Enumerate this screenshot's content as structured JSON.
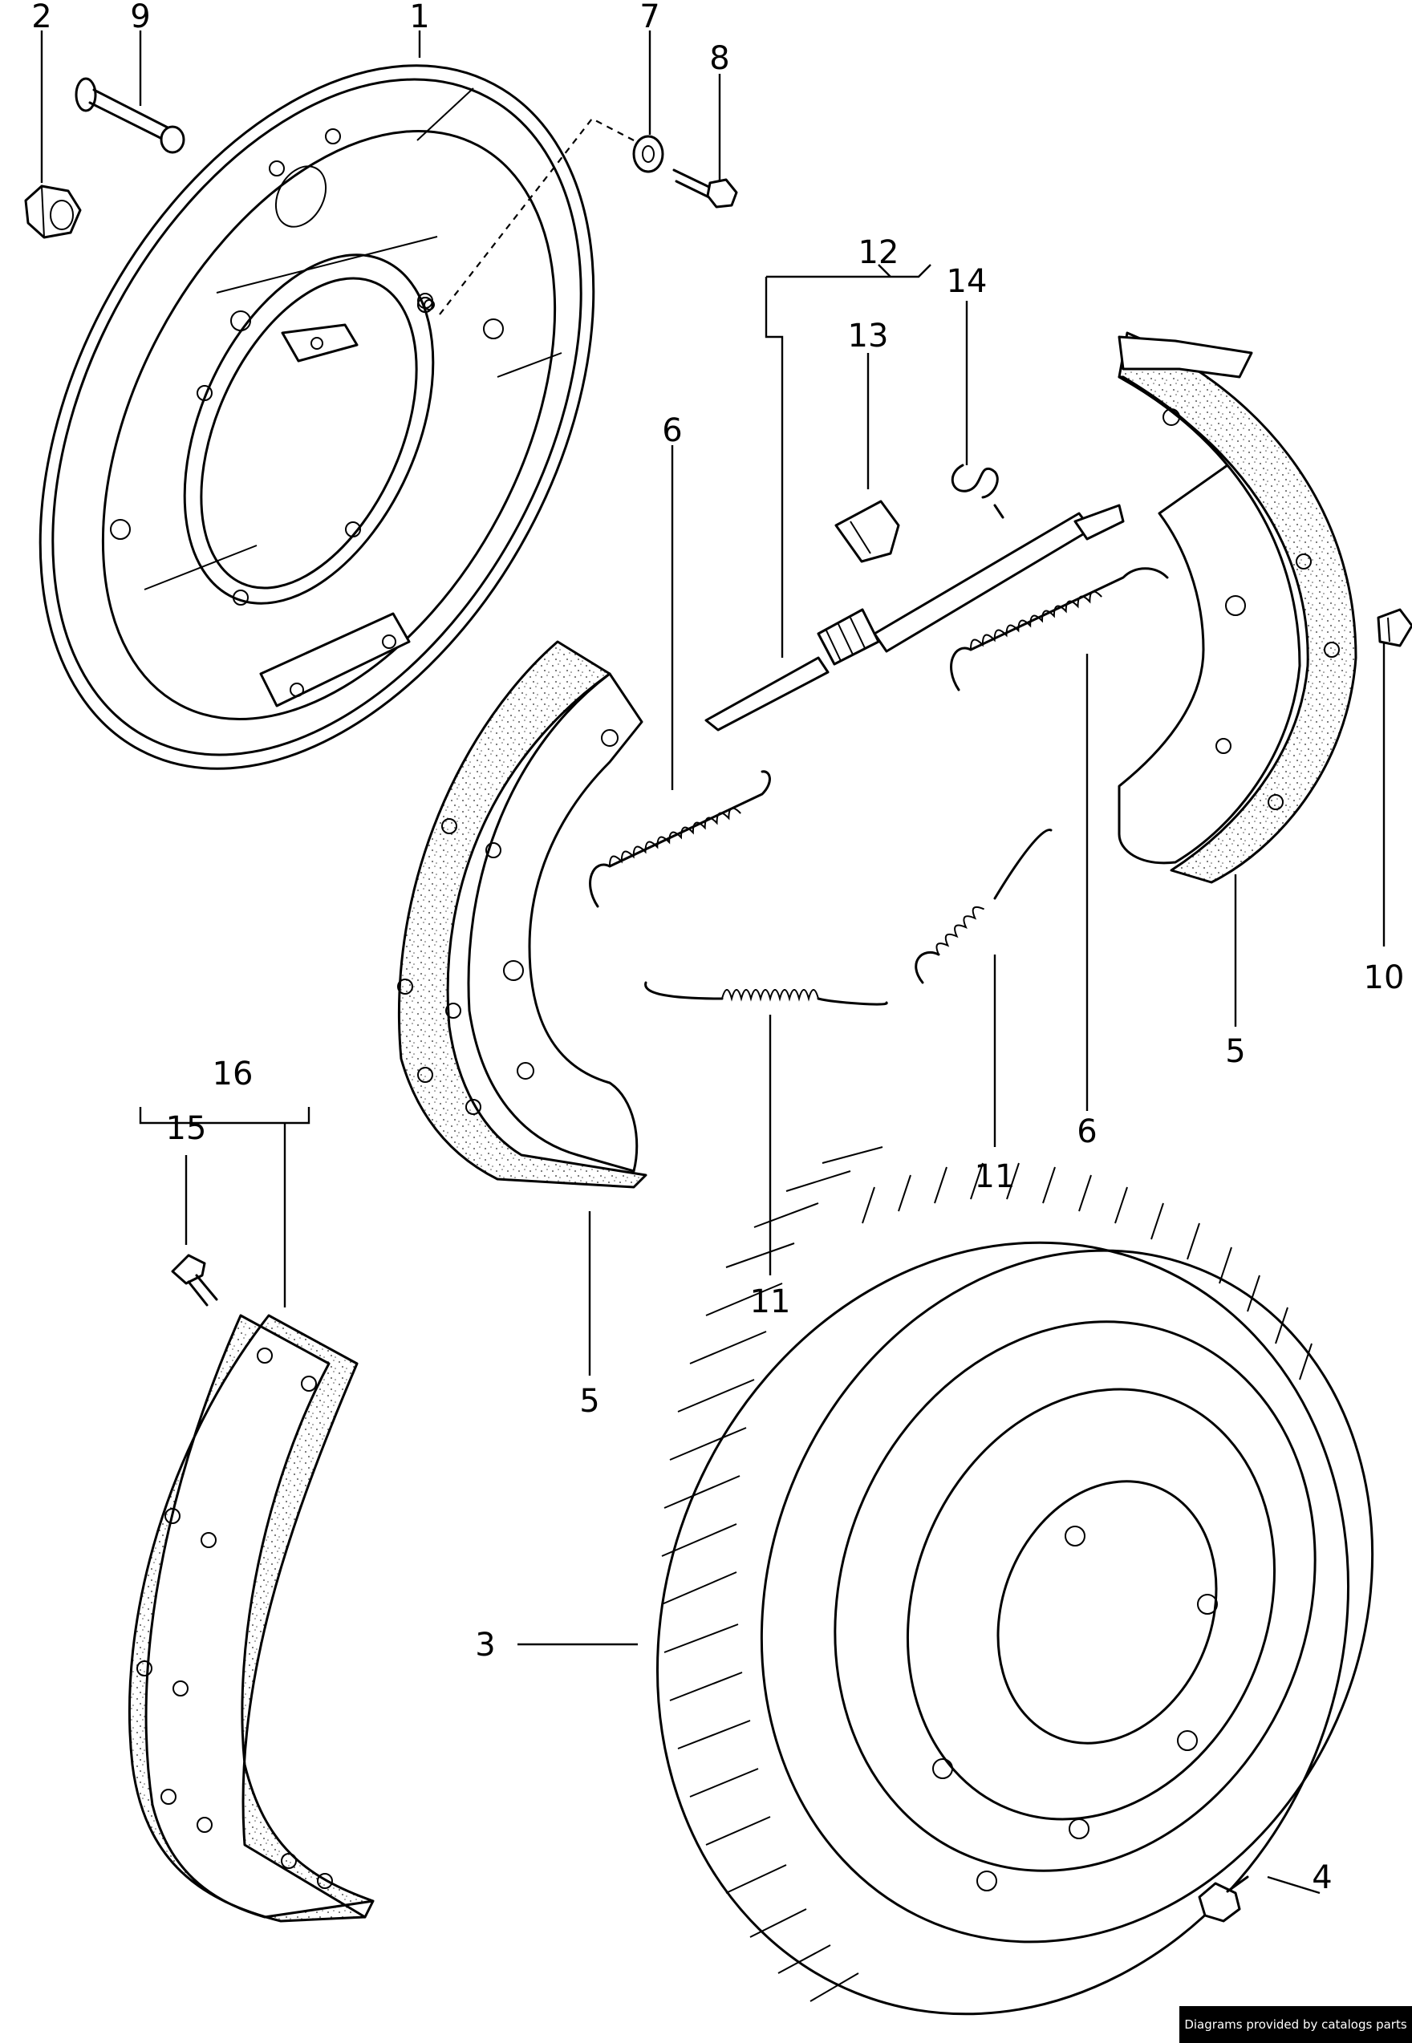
{
  "callouts": {
    "c1": "1",
    "c2": "2",
    "c3": "3",
    "c4": "4",
    "c5a": "5",
    "c5b": "5",
    "c6a": "6",
    "c6b": "6",
    "c7": "7",
    "c8": "8",
    "c9": "9",
    "c10": "10",
    "c11a": "11",
    "c11b": "11",
    "c12": "12",
    "c13": "13",
    "c14": "14",
    "c15": "15",
    "c16": "16"
  },
  "credit": "Diagrams provided by catalogs parts"
}
